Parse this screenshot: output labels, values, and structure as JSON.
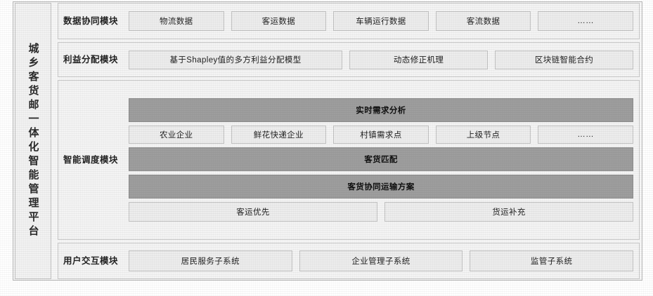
{
  "platform": {
    "vertical_label": "城乡客货邮一体化智能管理平台"
  },
  "modules": [
    {
      "title_line1": "数据协同",
      "title_line2": "模块",
      "items": [
        "物流数据",
        "客运数据",
        "车辆运行数据",
        "客流数据",
        "……"
      ]
    },
    {
      "title_line1": "利益分配",
      "title_line2": "模块",
      "items": [
        "基于Shapley值的多方利益分配模型",
        "动态修正机理",
        "区块链智能合约"
      ]
    },
    {
      "title_line1": "智能调度",
      "title_line2": "模块",
      "band_demand": "实时需求分析",
      "nodes": [
        "农业企业",
        "鲜花快递企业",
        "村镇需求点",
        "上级节点",
        "……"
      ],
      "band_match": "客货匹配",
      "band_plan": "客货协同运输方案",
      "strategies": [
        "客运优先",
        "货运补充"
      ]
    },
    {
      "title_line1": "用户交互",
      "title_line2": "模块",
      "items": [
        "居民服务子系统",
        "企业管理子系统",
        "监管子系统"
      ]
    }
  ],
  "colors": {
    "frame_border": "#b8b8b8",
    "chip_light": "#ececec",
    "chip_dark": "#9e9e9e",
    "text": "#1f1f1f"
  }
}
